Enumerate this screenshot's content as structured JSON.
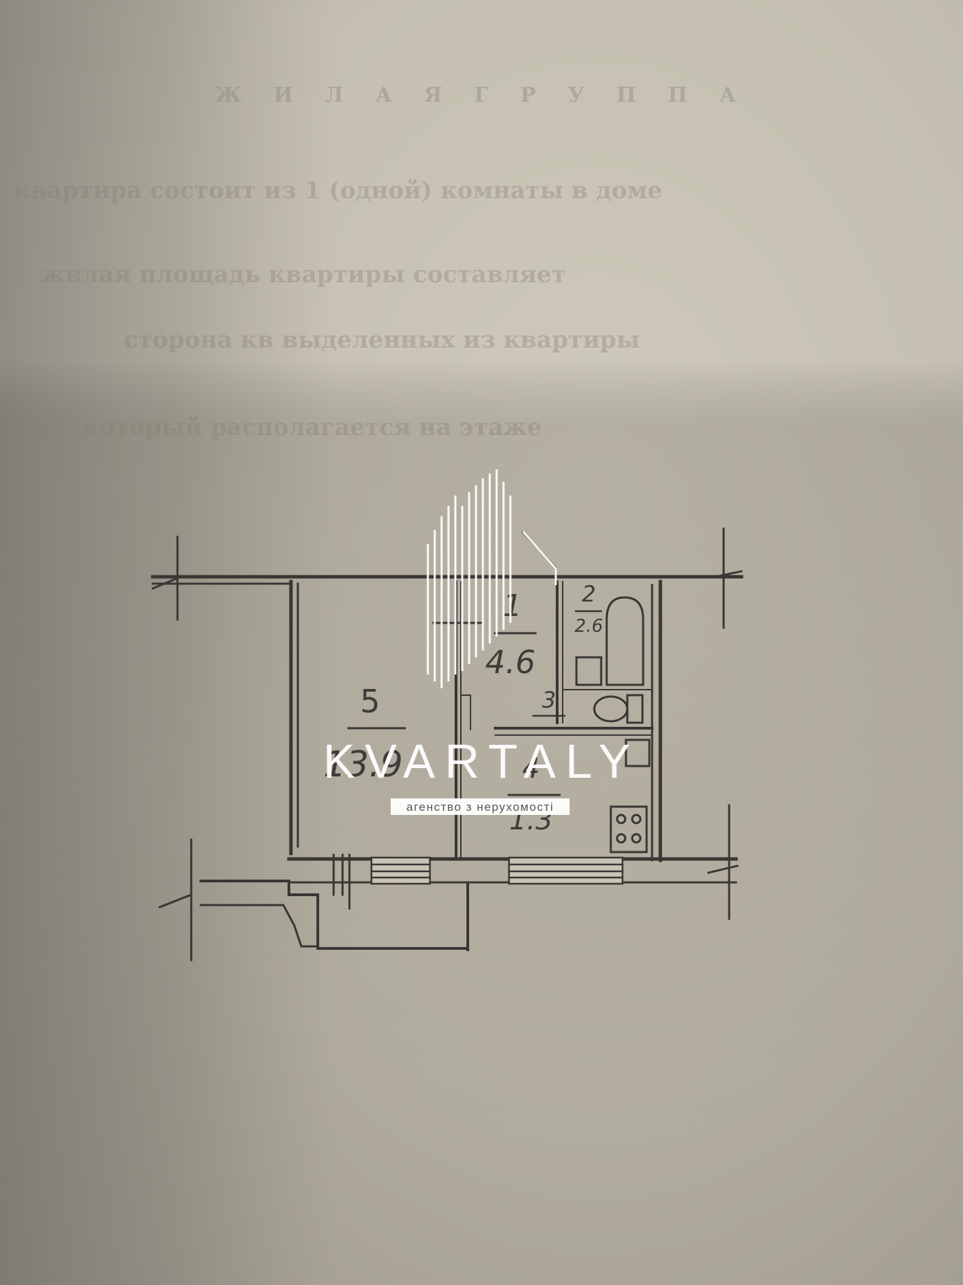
{
  "document": {
    "faded_heading": "Ж И Л А Я   Г Р У П П А",
    "faded_lines": [
      "квартира состоит из 1 (одной) комнаты в доме",
      "жилая площадь квартиры составляет",
      "сторона  кв выделенных  из  квартиры",
      "который располагается на этаже"
    ]
  },
  "floor_plan": {
    "rooms": [
      {
        "number": "5",
        "area": "13.9"
      },
      {
        "number": "1",
        "area": "4.6"
      },
      {
        "number": "2",
        "area": "2.6"
      },
      {
        "number": "3",
        "area": ""
      },
      {
        "number": "4",
        "area": "1.3"
      }
    ]
  },
  "watermark": {
    "brand_name": "KVARTALY",
    "tagline": "агенство з нерухомості",
    "logo_icon": "kvartaly-logo-icon"
  },
  "colors": {
    "paper": "#c9c4b5",
    "ink": "#3b3633",
    "watermark": "#ffffff"
  }
}
